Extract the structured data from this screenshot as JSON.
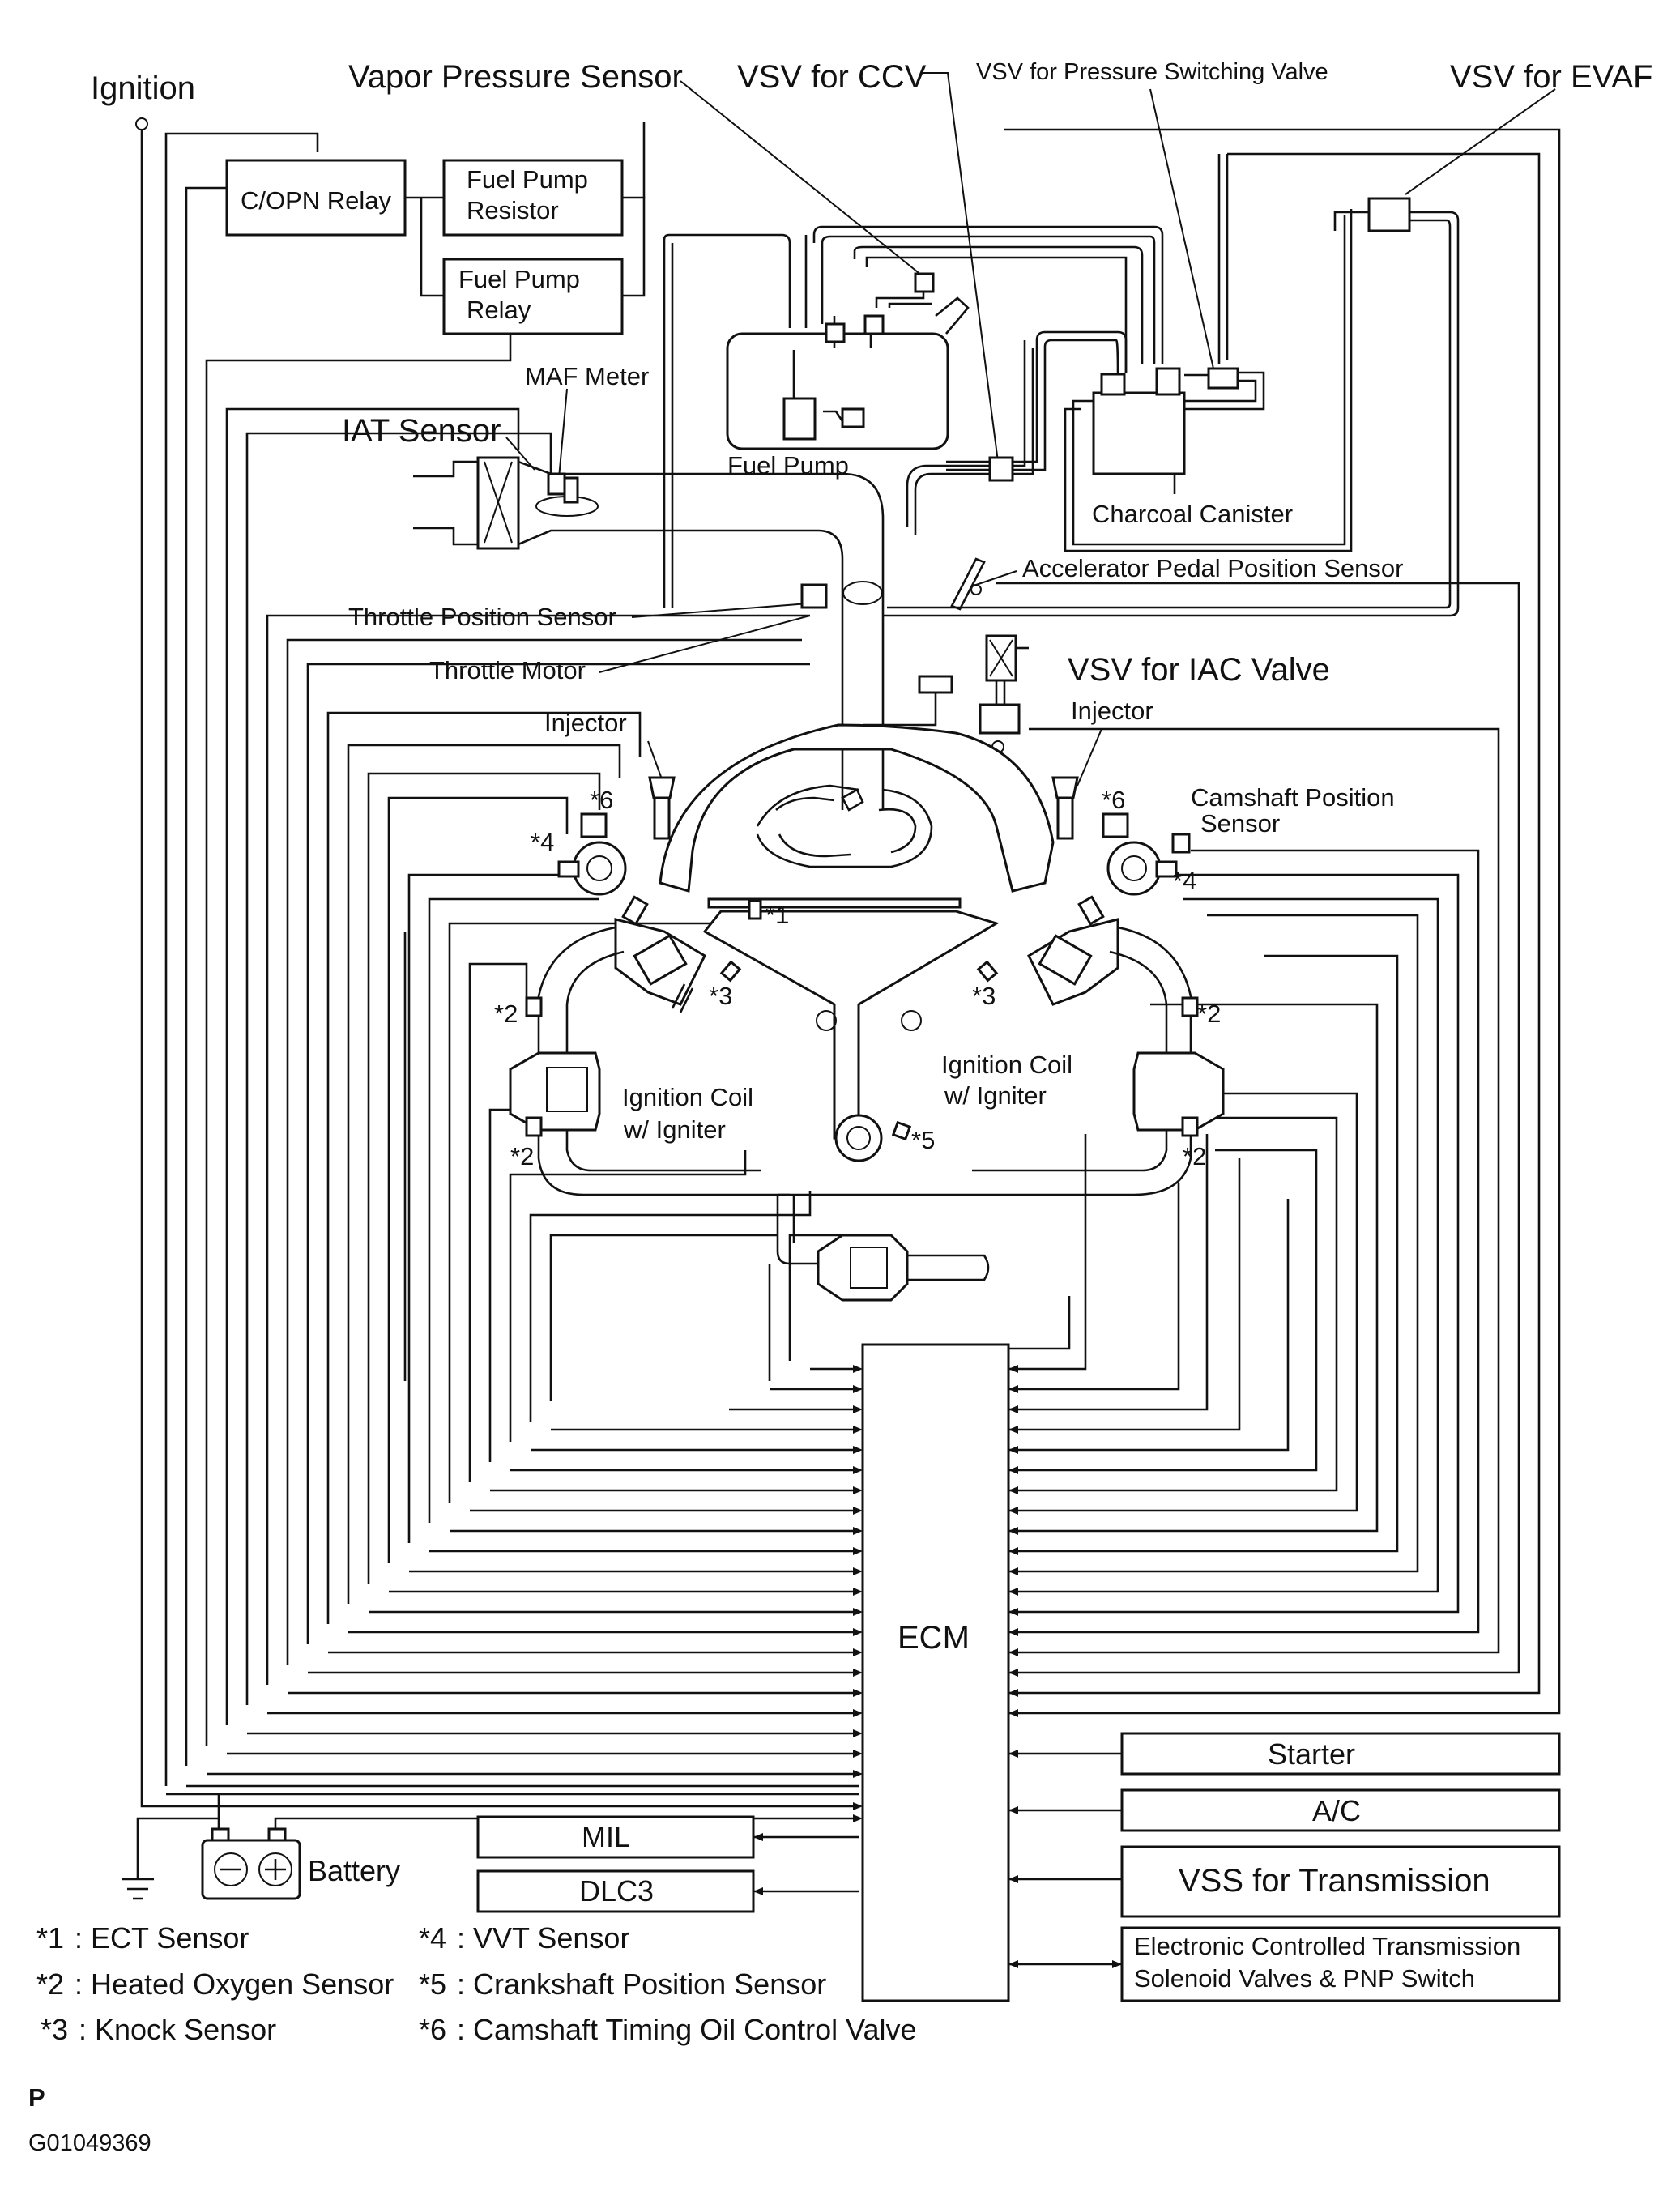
{
  "labels": {
    "ignition": "Ignition",
    "vapor_pressure_sensor": "Vapor Pressure Sensor",
    "vsv_ccv": "VSV for CCV",
    "vsv_pressure_switching": "VSV for Pressure Switching Valve",
    "vsv_evap": "VSV for EVAF",
    "copn_relay": "C/OPN Relay",
    "fuel_pump_resistor_l1": "Fuel Pump",
    "fuel_pump_resistor_l2": "Resistor",
    "fuel_pump_relay_l1": "Fuel Pump",
    "fuel_pump_relay_l2": "Relay",
    "maf_meter": "MAF Meter",
    "iat_sensor": "IAT Sensor",
    "fuel_pump": "Fuel Pump",
    "charcoal_canister": "Charcoal Canister",
    "accel_pedal_sensor": "Accelerator Pedal Position Sensor",
    "throttle_position_sensor": "Throttle Position Sensor",
    "throttle_motor": "Throttle Motor",
    "vsv_iac": "VSV for IAC Valve",
    "injector_left": "Injector",
    "injector_right": "Injector",
    "camshaft_position_sensor_l1": "Camshaft Position",
    "camshaft_position_sensor_l2": "Sensor",
    "ignition_coil_left_l1": "Ignition Coil",
    "ignition_coil_left_l2": "w/ Igniter",
    "ignition_coil_right_l1": "Ignition Coil",
    "ignition_coil_right_l2": "w/ Igniter",
    "ecm": "ECM",
    "starter": "Starter",
    "ac": "A/C",
    "vss": "VSS for Transmission",
    "ect_l1": "Electronic Controlled Transmission",
    "ect_l2": "Solenoid Valves & PNP Switch",
    "mil": "MIL",
    "dlc3": "DLC3",
    "battery": "Battery",
    "marker_1": "*1",
    "marker_2": "*2",
    "marker_3": "*3",
    "marker_4": "*4",
    "marker_5": "*5",
    "marker_6": "*6"
  },
  "legend": [
    {
      "mark": "*1",
      "text": ": ECT Sensor"
    },
    {
      "mark": "*2",
      "text": ": Heated Oxygen Sensor"
    },
    {
      "mark": "*3",
      "text": ": Knock Sensor"
    },
    {
      "mark": "*4",
      "text": ": VVT Sensor"
    },
    {
      "mark": "*5",
      "text": ": Crankshaft Position Sensor"
    },
    {
      "mark": "*6",
      "text": ": Camshaft Timing Oil Control Valve"
    }
  ],
  "footer": {
    "page_mark": "P",
    "figure_id": "G01049369"
  },
  "colors": {
    "ink": "#111111",
    "background": "#ffffff"
  }
}
